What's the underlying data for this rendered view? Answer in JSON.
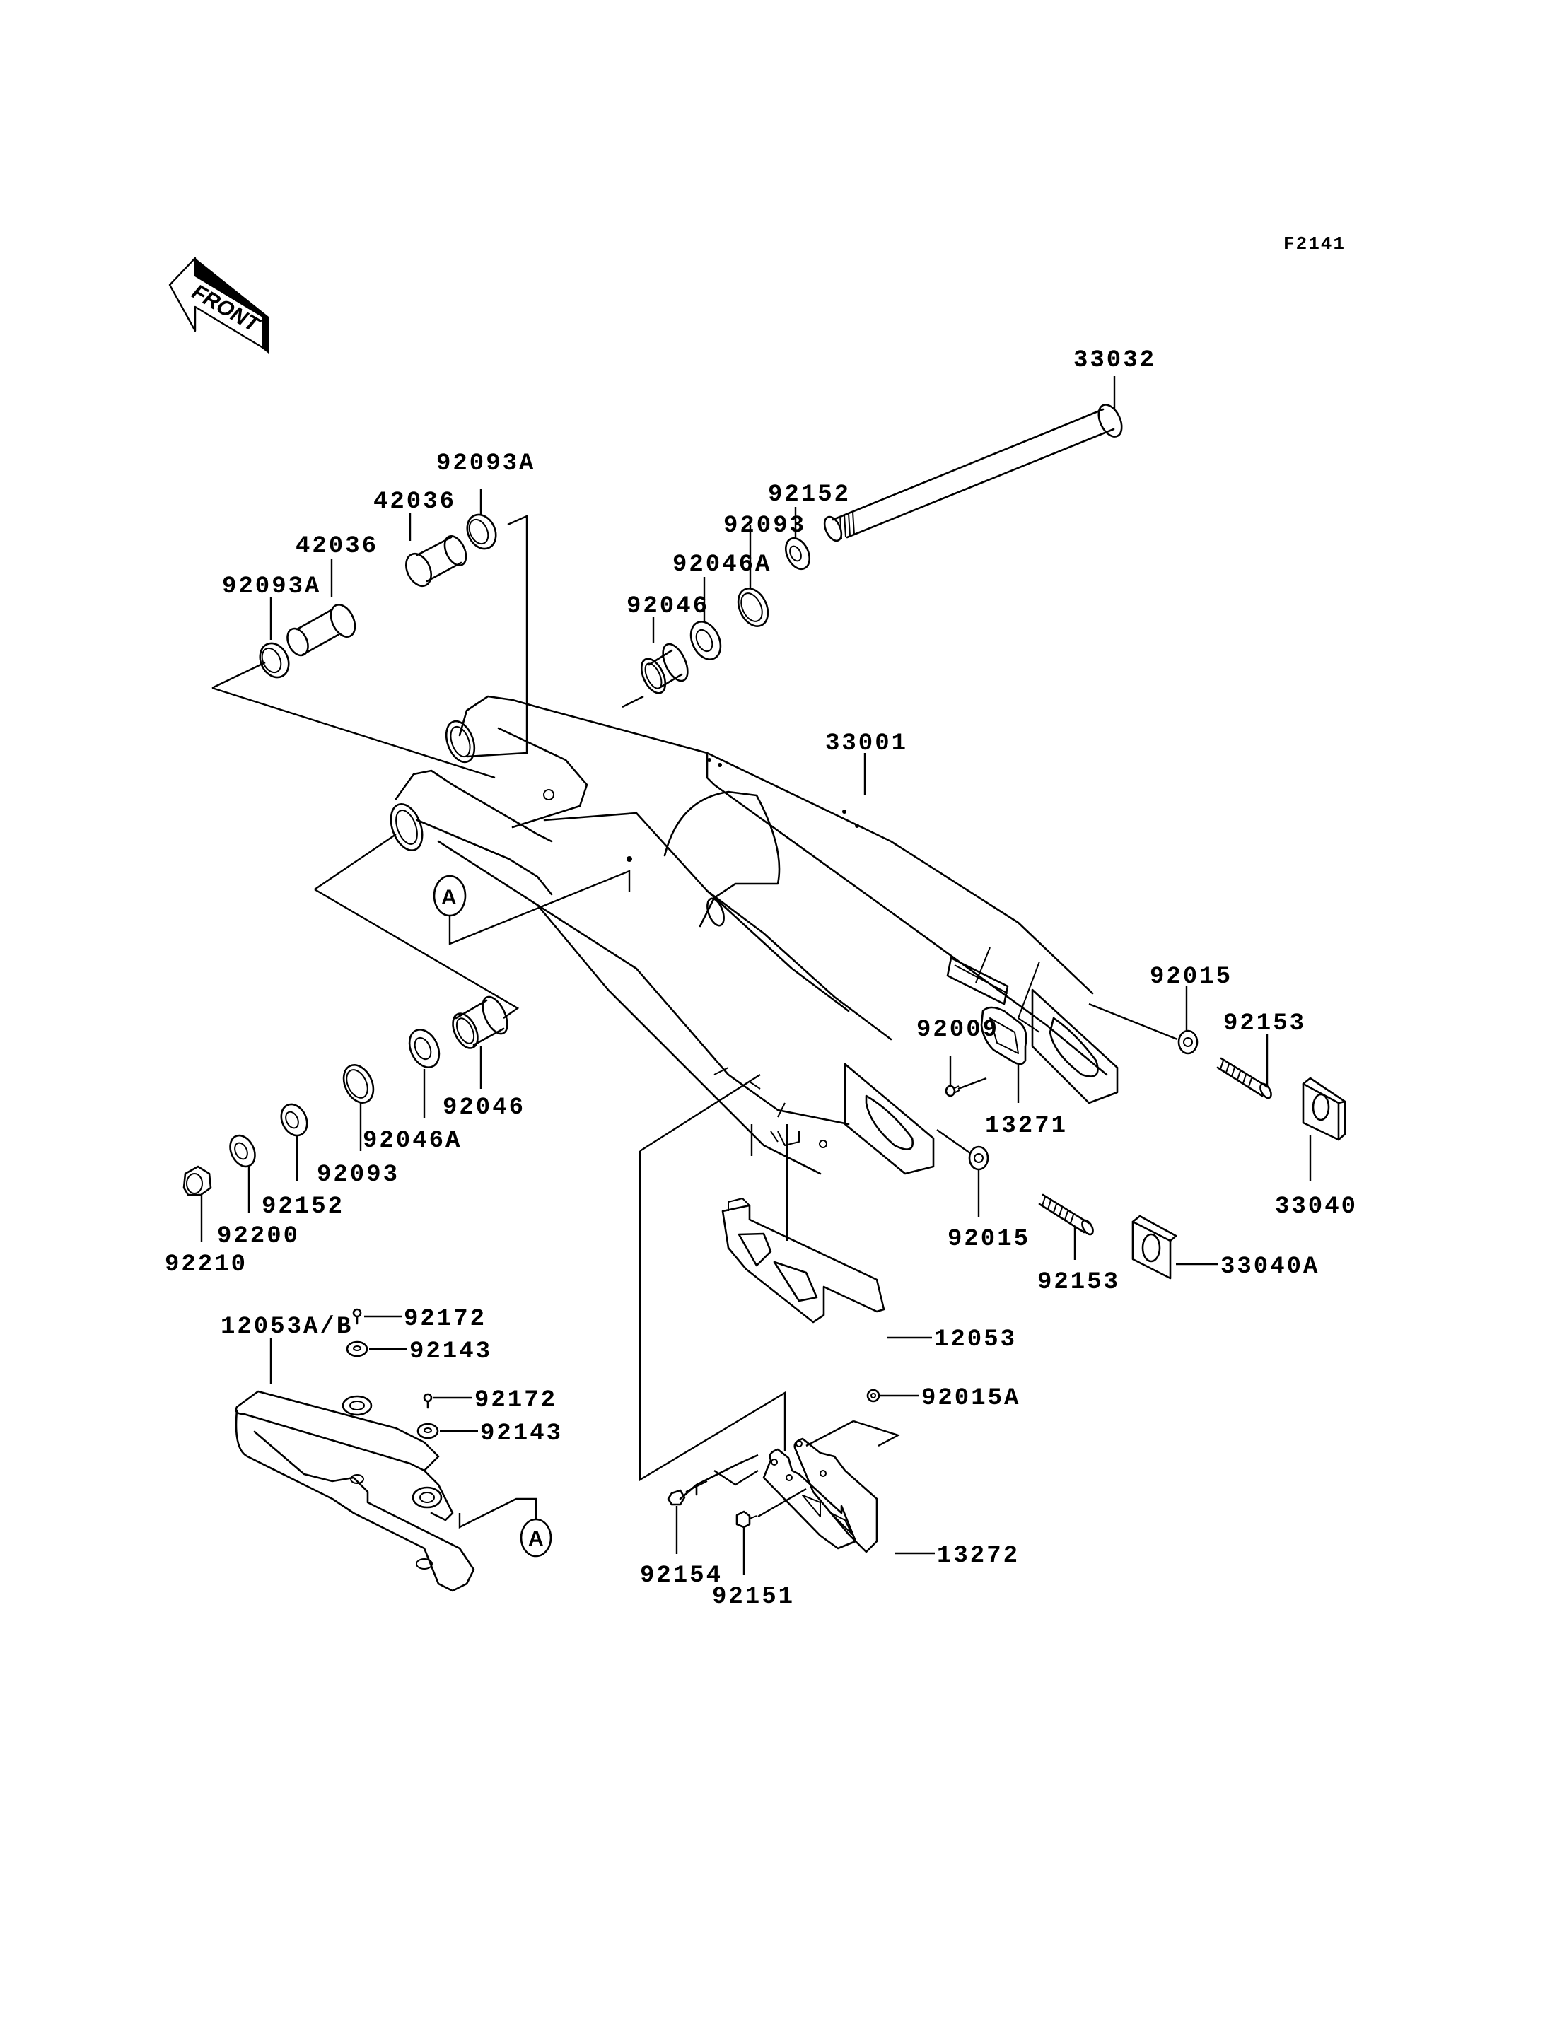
{
  "diagram": {
    "figure_code": "F2141",
    "front_indicator": "FRONT",
    "reference_marker": "A",
    "parts": [
      {
        "id": "p33032",
        "label": "33032"
      },
      {
        "id": "p92093a_top",
        "label": "92093A"
      },
      {
        "id": "p42036_top",
        "label": "42036"
      },
      {
        "id": "p42036_left",
        "label": "42036"
      },
      {
        "id": "p92093a_left",
        "label": "92093A"
      },
      {
        "id": "p92152_top",
        "label": "92152"
      },
      {
        "id": "p92093_top",
        "label": "92093"
      },
      {
        "id": "p92046a_top",
        "label": "92046A"
      },
      {
        "id": "p92046_top",
        "label": "92046"
      },
      {
        "id": "p33001",
        "label": "33001"
      },
      {
        "id": "p92015_top",
        "label": "92015"
      },
      {
        "id": "p92153_top",
        "label": "92153"
      },
      {
        "id": "p92009",
        "label": "92009"
      },
      {
        "id": "p13271",
        "label": "13271"
      },
      {
        "id": "p33040",
        "label": "33040"
      },
      {
        "id": "p92046_low",
        "label": "92046"
      },
      {
        "id": "p92046a_low",
        "label": "92046A"
      },
      {
        "id": "p92093_low",
        "label": "92093"
      },
      {
        "id": "p92152_low",
        "label": "92152"
      },
      {
        "id": "p92200",
        "label": "92200"
      },
      {
        "id": "p92210",
        "label": "92210"
      },
      {
        "id": "p92015_low",
        "label": "92015"
      },
      {
        "id": "p92153_low",
        "label": "92153"
      },
      {
        "id": "p33040a",
        "label": "33040A"
      },
      {
        "id": "p12053",
        "label": "12053"
      },
      {
        "id": "p12053ab",
        "label": "12053A/B"
      },
      {
        "id": "p92172_a",
        "label": "92172"
      },
      {
        "id": "p92143_a",
        "label": "92143"
      },
      {
        "id": "p92172_b",
        "label": "92172"
      },
      {
        "id": "p92143_b",
        "label": "92143"
      },
      {
        "id": "p92015a",
        "label": "92015A"
      },
      {
        "id": "p13272",
        "label": "13272"
      },
      {
        "id": "p92154",
        "label": "92154"
      },
      {
        "id": "p92151",
        "label": "92151"
      }
    ]
  }
}
